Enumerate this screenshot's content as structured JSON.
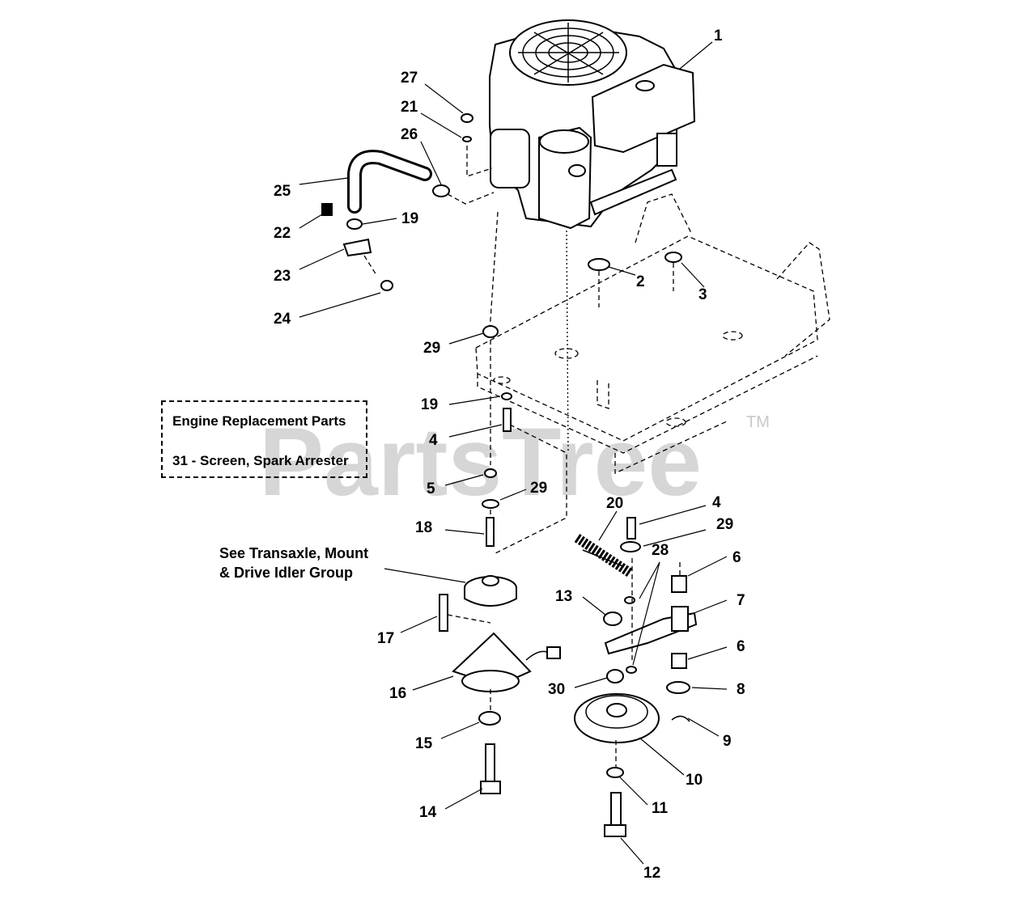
{
  "watermark": {
    "text": "PartsTree",
    "tm": "TM"
  },
  "legend": {
    "title": "Engine Replacement Parts",
    "item": "31 - Screen, Spark Arrester"
  },
  "note": {
    "line1": "See Transaxle, Mount",
    "line2": "& Drive Idler Group"
  },
  "callouts": [
    {
      "id": "c1",
      "label": "1"
    },
    {
      "id": "c2",
      "label": "2"
    },
    {
      "id": "c3",
      "label": "3"
    },
    {
      "id": "c4a",
      "label": "4"
    },
    {
      "id": "c4b",
      "label": "4"
    },
    {
      "id": "c5",
      "label": "5"
    },
    {
      "id": "c6a",
      "label": "6"
    },
    {
      "id": "c6b",
      "label": "6"
    },
    {
      "id": "c7",
      "label": "7"
    },
    {
      "id": "c8",
      "label": "8"
    },
    {
      "id": "c9",
      "label": "9"
    },
    {
      "id": "c10",
      "label": "10"
    },
    {
      "id": "c11",
      "label": "11"
    },
    {
      "id": "c12",
      "label": "12"
    },
    {
      "id": "c13",
      "label": "13"
    },
    {
      "id": "c14",
      "label": "14"
    },
    {
      "id": "c15",
      "label": "15"
    },
    {
      "id": "c16",
      "label": "16"
    },
    {
      "id": "c17",
      "label": "17"
    },
    {
      "id": "c18",
      "label": "18"
    },
    {
      "id": "c19a",
      "label": "19"
    },
    {
      "id": "c19b",
      "label": "19"
    },
    {
      "id": "c20",
      "label": "20"
    },
    {
      "id": "c21",
      "label": "21"
    },
    {
      "id": "c22",
      "label": "22"
    },
    {
      "id": "c23",
      "label": "23"
    },
    {
      "id": "c24",
      "label": "24"
    },
    {
      "id": "c25",
      "label": "25"
    },
    {
      "id": "c26",
      "label": "26"
    },
    {
      "id": "c27",
      "label": "27"
    },
    {
      "id": "c28",
      "label": "28"
    },
    {
      "id": "c29a",
      "label": "29"
    },
    {
      "id": "c29b",
      "label": "29"
    },
    {
      "id": "c29c",
      "label": "29"
    },
    {
      "id": "c30",
      "label": "30"
    }
  ]
}
